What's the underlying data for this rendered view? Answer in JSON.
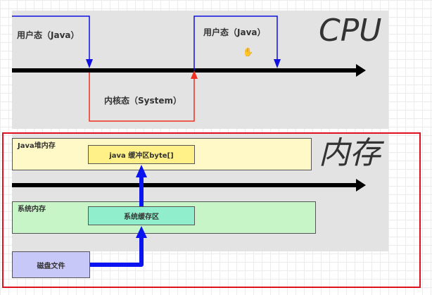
{
  "cpu_section": {
    "title": "CPU",
    "user_mode_label_1": "用户态（Java）",
    "user_mode_label_2": "用户态（Java）",
    "kernel_mode_label": "内核态（System）"
  },
  "memory_section": {
    "title": "内存",
    "java_heap_label": "Java堆内存",
    "java_buffer_label": "java 缓冲区byte[]",
    "system_memory_label": "系统内存",
    "system_cache_label": "系统缓存区",
    "disk_file_label": "磁盘文件"
  },
  "colors": {
    "user_mode_line": "#1010e0",
    "kernel_mode_line": "#f03020",
    "timeline": "#000000",
    "highlight_border": "#e01020",
    "java_heap_fill": "#fff9c8",
    "java_buffer_fill": "#fff088",
    "system_memory_fill": "#c8f5c8",
    "system_cache_fill": "#90eecc",
    "disk_file_fill": "#c8c8f8",
    "data_flow_arrow": "#0a14f0"
  }
}
